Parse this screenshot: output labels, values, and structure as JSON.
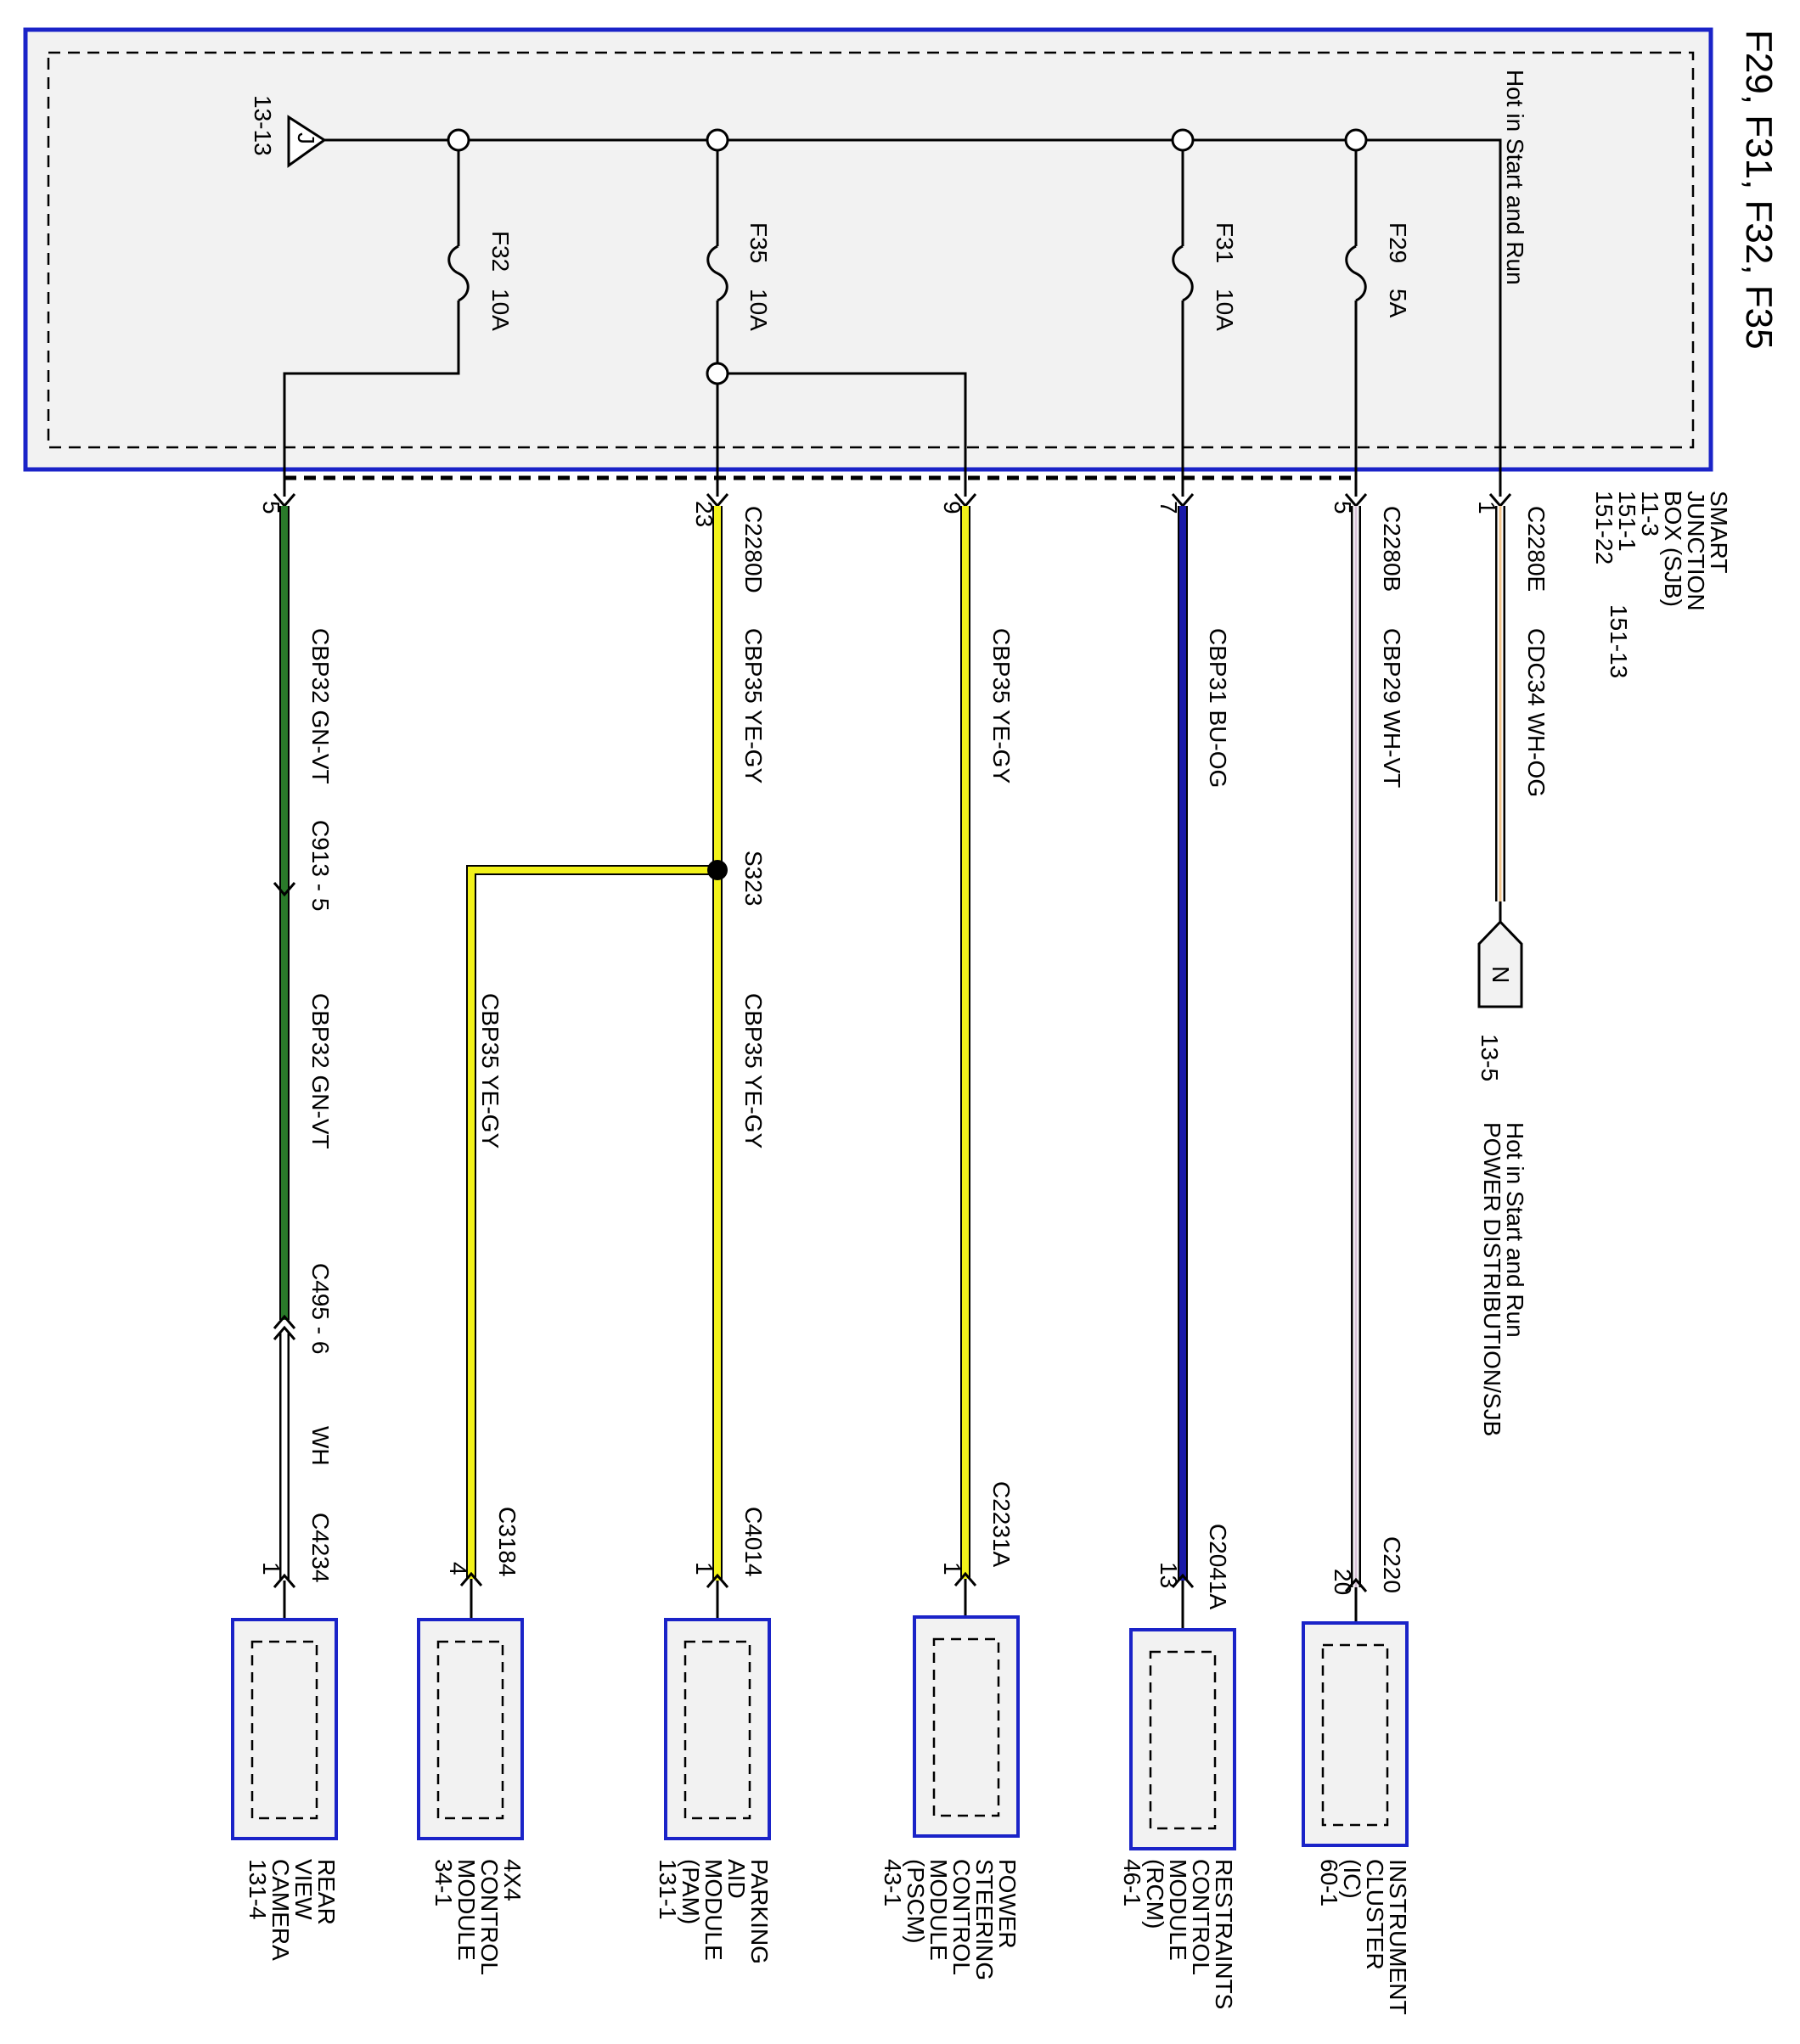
{
  "title": "F29, F31, F32, F35",
  "sjb": {
    "hot_text": "Hot in Start and Run",
    "name_lines": [
      "SMART",
      "JUNCTION",
      "BOX (SJB)",
      "11-3",
      "151-1",
      "151-22"
    ],
    "ref_extra": "151-13",
    "ground_ref": "13-13",
    "ground_letter": "J",
    "fuses": [
      {
        "id": "F32",
        "rating": "10A"
      },
      {
        "id": "F35",
        "rating": "10A"
      },
      {
        "id": "F31",
        "rating": "10A"
      },
      {
        "id": "F29",
        "rating": "5A"
      }
    ]
  },
  "connectors": {
    "c2280e": "C2280E",
    "c2280b": "C2280B",
    "c2280d": "C2280D",
    "p1": "1",
    "p5a": "5",
    "p7": "7",
    "p9": "9",
    "p23": "23",
    "p5b": "5"
  },
  "wires": {
    "cdc34": "CDC34  WH-OG",
    "cbp29": "CBP29  WH-VT",
    "cbp31": "CBP31  BU-OG",
    "cbp35a": "CBP35  YE-GY",
    "cbp35b": "CBP35  YE-GY",
    "cbp35c": "CBP35  YE-GY",
    "cbp35d": "CBP35  YE-GY",
    "cbp32a": "CBP32  GN-VT",
    "cbp32b": "CBP32  GN-VT",
    "wh": "WH"
  },
  "splice": "S323",
  "inline": {
    "c913": "C913 - 5",
    "c495": "C495 - 6"
  },
  "offpage": {
    "letter": "N",
    "ref": "13-5",
    "line1": "Hot in Start and Run",
    "line2": "POWER DISTRIBUTION/SJB"
  },
  "modules": [
    {
      "connector": "C220",
      "pin": "20",
      "lines": [
        "INSTRUMENT",
        "CLUSTER",
        "(IC)",
        "60-1"
      ]
    },
    {
      "connector": "C2041A",
      "pin": "13",
      "lines": [
        "RESTRAINTS",
        "CONTROL",
        "MODULE",
        "(RCM)",
        "46-1"
      ]
    },
    {
      "connector": "C2231A",
      "pin": "1",
      "lines": [
        "POWER",
        "STEERING",
        "CONTROL",
        "MODULE",
        "(PSCM)",
        "43-1"
      ]
    },
    {
      "connector": "C4014",
      "pin": "1",
      "lines": [
        "PARKING",
        "AID",
        "MODULE",
        "(PAM)",
        "131-1"
      ]
    },
    {
      "connector": "C3184",
      "pin": "4",
      "lines": [
        "4X4",
        "CONTROL",
        "MODULE",
        "34-1"
      ]
    },
    {
      "connector": "C4234",
      "pin": "1",
      "lines": [
        "REAR",
        "VIEW",
        "CAMERA",
        "131-4"
      ]
    }
  ],
  "colors": {
    "frame_blue": "#1a23c8",
    "wire_wh_og": "#f2c38a",
    "wire_wh_vt": "#d9c3d9",
    "wire_bu_og": "#1a1aa8",
    "wire_ye_gy": "#f2f21a",
    "wire_gn_vt": "#2a7a2a",
    "box_fill": "#f2f2f2"
  }
}
